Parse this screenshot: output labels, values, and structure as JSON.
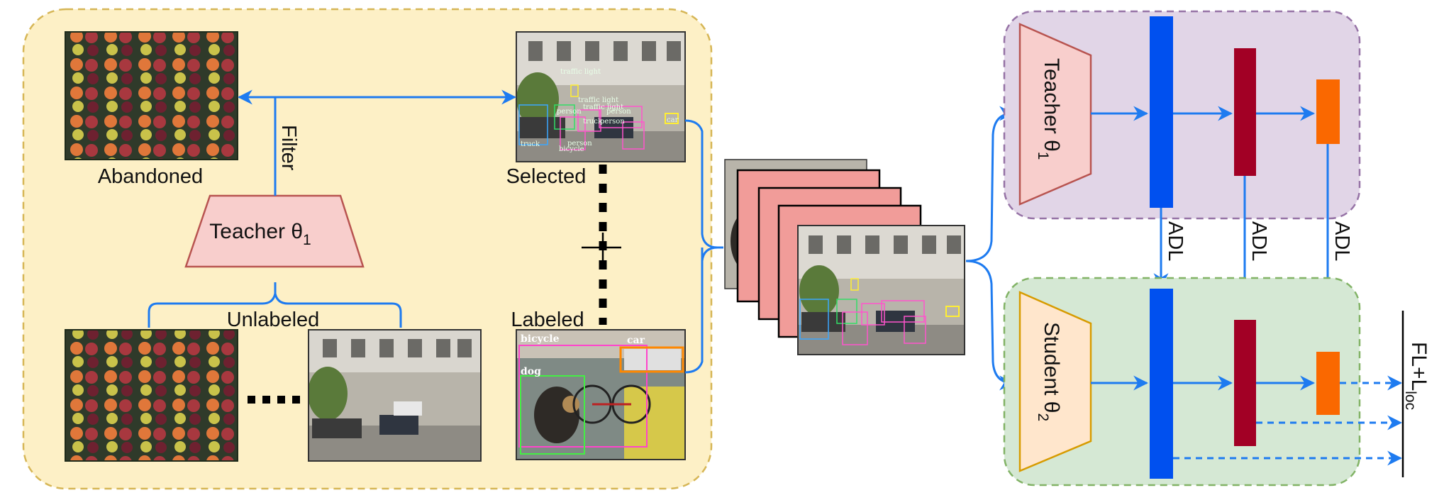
{
  "left_panel": {
    "abandoned_label": "Abandoned",
    "filter_label": "Filter",
    "teacher_label": "Teacher θ",
    "teacher_sub": "1",
    "unlabeled_label": "Unlabeled",
    "selected_label": "Selected",
    "labeled_label": "Labeled"
  },
  "detections": {
    "street_boxes": [
      "traffic light",
      "traffic light",
      "traffic light",
      "person",
      "person",
      "person",
      "truck",
      "truck",
      "person",
      "bicycle",
      "car"
    ],
    "pet_boxes": [
      "bicycle",
      "dog",
      "car"
    ]
  },
  "right_panel": {
    "teacher_label": "Teacher θ",
    "teacher_sub": "1",
    "student_label": "Student θ",
    "student_sub": "2",
    "adl_labels": [
      "ADL",
      "ADL",
      "ADL"
    ],
    "loss_label": "FL+L",
    "loss_sub": "loc"
  },
  "colors": {
    "left_panel_fill": "#FDF0C6",
    "left_panel_border": "#D6B656",
    "teacher_panel_fill": "#E1D5E7",
    "teacher_panel_border": "#9673A6",
    "student_panel_fill": "#D5E8D4",
    "student_panel_border": "#82B366",
    "teacher_trap_fill": "#F8CECC",
    "teacher_trap_border": "#B85450",
    "student_trap_fill": "#FFE6CC",
    "student_trap_border": "#D79B00",
    "arrow": "#1E7BF0",
    "layer_blue": "#0050EF",
    "layer_red": "#A20025",
    "layer_orange": "#FA6800",
    "stack_card": "#F19C99"
  }
}
